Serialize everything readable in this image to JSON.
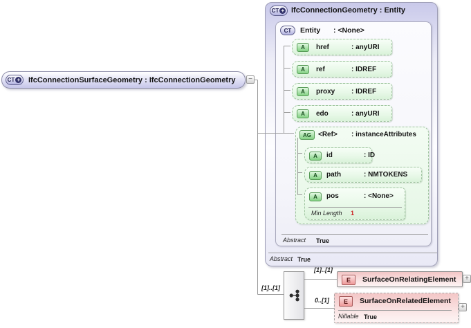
{
  "root_node": {
    "badge": "CT",
    "plus_glyph": "+",
    "label": "IfcConnectionSurfaceGeometry : IfcConnectionGeometry",
    "collapse_glyph": "−"
  },
  "panel": {
    "badge": "CT",
    "plus_glyph": "+",
    "title": "IfcConnectionGeometry : Entity",
    "footer": {
      "label": "Abstract",
      "value": "True"
    },
    "entity": {
      "badge": "CT",
      "name": "Entity",
      "type": ": <None>",
      "footer": {
        "label": "Abstract",
        "value": "True"
      },
      "attributes": [
        {
          "badge": "A",
          "name": "href",
          "type": ": anyURI"
        },
        {
          "badge": "A",
          "name": "ref",
          "type": ": IDREF"
        },
        {
          "badge": "A",
          "name": "proxy",
          "type": ": IDREF"
        },
        {
          "badge": "A",
          "name": "edo",
          "type": ": anyURI"
        }
      ],
      "attribute_group": {
        "badge": "AG",
        "name": "<Ref>",
        "type": ": instanceAttributes",
        "attributes": [
          {
            "badge": "A",
            "name": "id",
            "type": ": ID"
          },
          {
            "badge": "A",
            "name": "path",
            "type": ": NMTOKENS"
          },
          {
            "badge": "A",
            "name": "pos",
            "type": ": <None>",
            "facet": {
              "label": "Min Length",
              "value": "1"
            }
          }
        ]
      }
    }
  },
  "composition": {
    "incoming_cardinality": "[1]..[1]",
    "compositor_icon": "all-model-group-icon",
    "branches": [
      {
        "cardinality": "[1]..[1]",
        "badge": "E",
        "label": "SurfaceOnRelatingElement",
        "expand_glyph": "+"
      },
      {
        "cardinality": "0..[1]",
        "badge": "E",
        "label": "SurfaceOnRelatedElement",
        "expand_glyph": "+",
        "footer": {
          "label": "Nillable",
          "value": "True"
        }
      }
    ]
  },
  "colors": {
    "lavender_fill": "#c9c9ea",
    "green_fill": "#e7f8e7",
    "green_badge": "#84d284",
    "pink_fill": "#f3c6c6",
    "red_badge": "#ee9a9a",
    "connector_line": "#9a9a9a",
    "facet_red": "#cc2222"
  }
}
